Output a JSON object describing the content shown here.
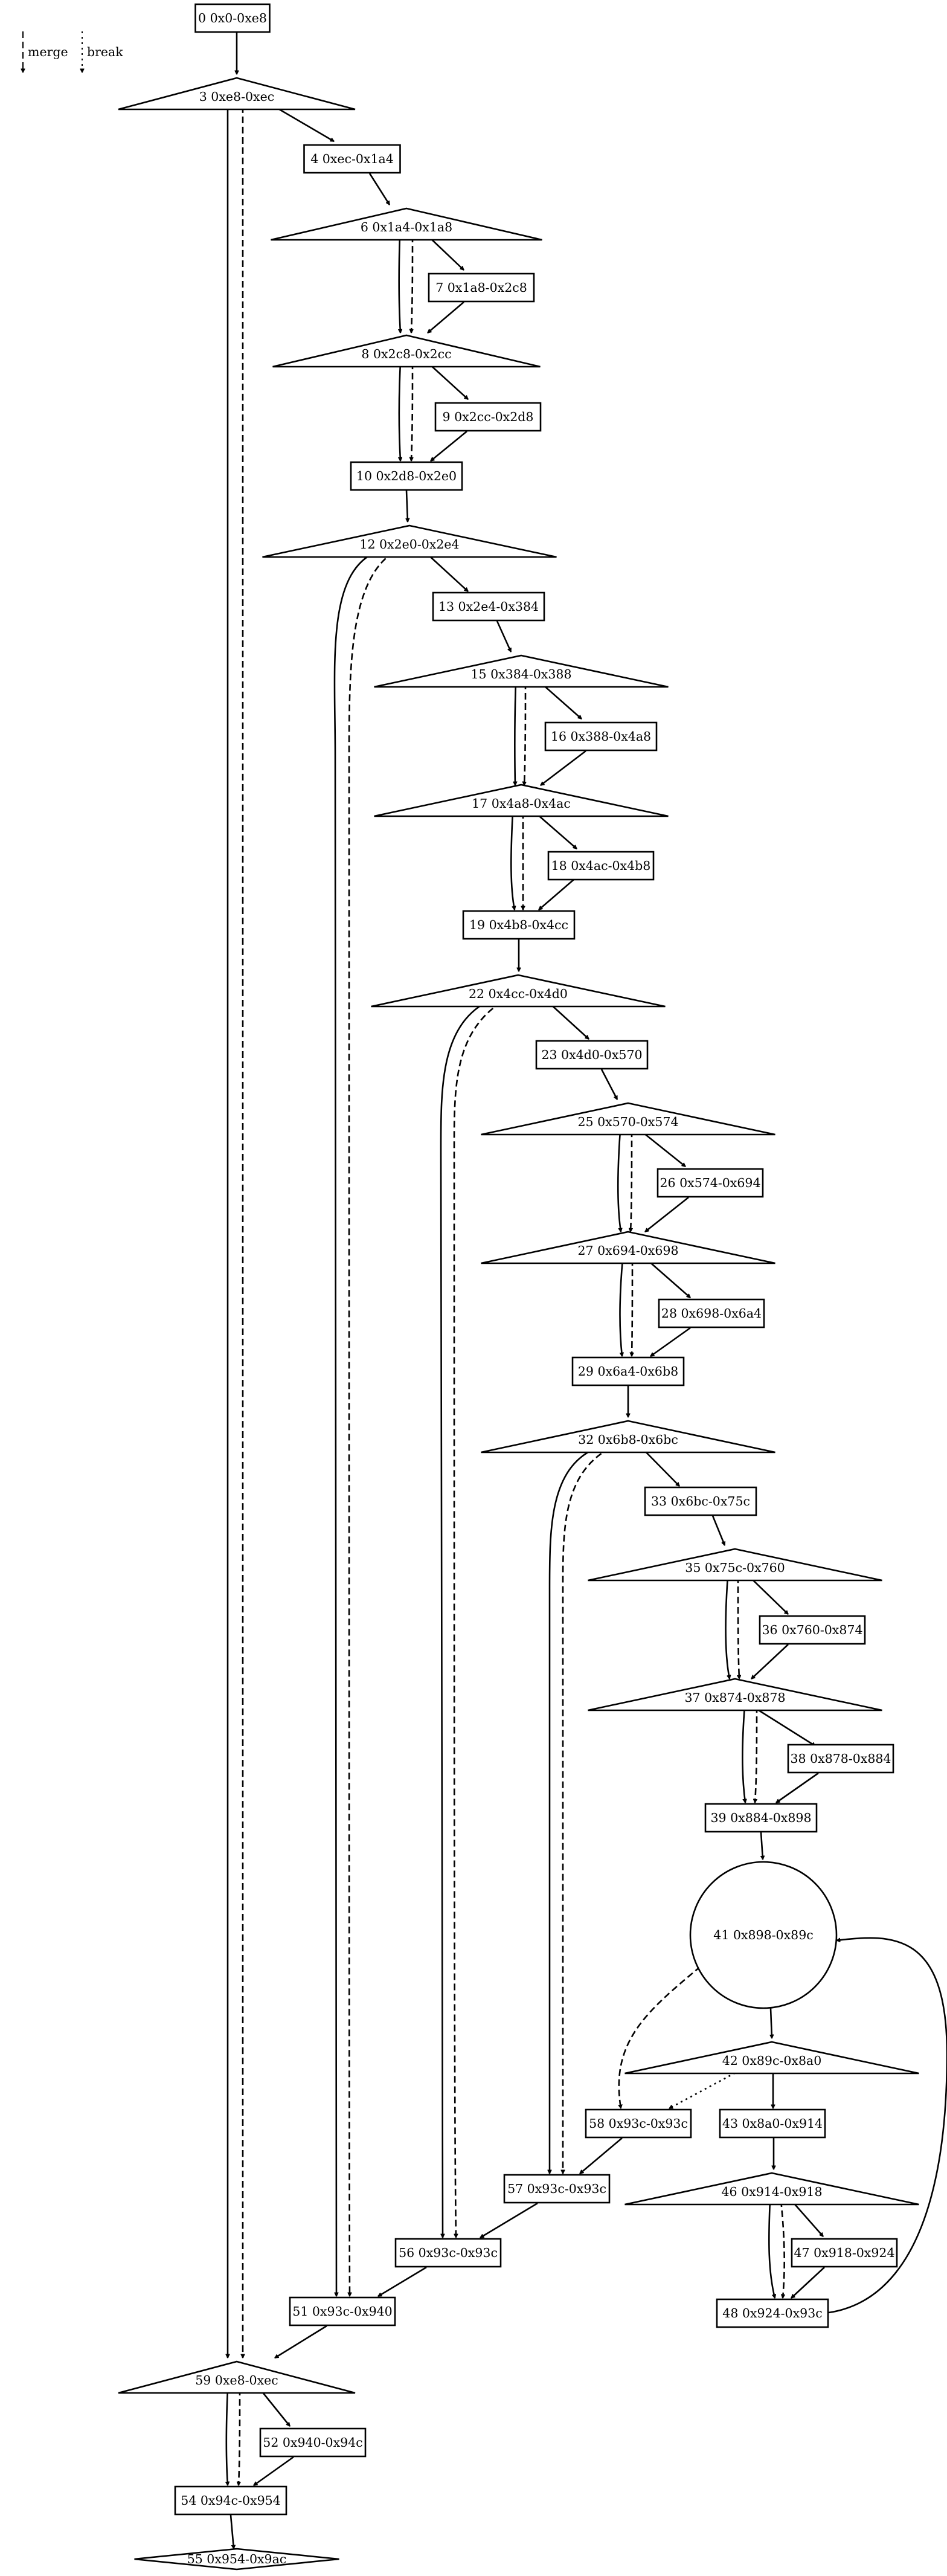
{
  "legend": {
    "merge": "merge",
    "break": "break"
  },
  "nodes": [
    {
      "id": "0",
      "label": "0 0x0-0xe8",
      "shape": "box"
    },
    {
      "id": "3",
      "label": "3 0xe8-0xec",
      "shape": "triangle"
    },
    {
      "id": "4",
      "label": "4 0xec-0x1a4",
      "shape": "box"
    },
    {
      "id": "6",
      "label": "6 0x1a4-0x1a8",
      "shape": "triangle"
    },
    {
      "id": "7",
      "label": "7 0x1a8-0x2c8",
      "shape": "box"
    },
    {
      "id": "8",
      "label": "8 0x2c8-0x2cc",
      "shape": "triangle"
    },
    {
      "id": "9",
      "label": "9 0x2cc-0x2d8",
      "shape": "box"
    },
    {
      "id": "10",
      "label": "10 0x2d8-0x2e0",
      "shape": "box"
    },
    {
      "id": "12",
      "label": "12 0x2e0-0x2e4",
      "shape": "triangle"
    },
    {
      "id": "13",
      "label": "13 0x2e4-0x384",
      "shape": "box"
    },
    {
      "id": "15",
      "label": "15 0x384-0x388",
      "shape": "triangle"
    },
    {
      "id": "16",
      "label": "16 0x388-0x4a8",
      "shape": "box"
    },
    {
      "id": "17",
      "label": "17 0x4a8-0x4ac",
      "shape": "triangle"
    },
    {
      "id": "18",
      "label": "18 0x4ac-0x4b8",
      "shape": "box"
    },
    {
      "id": "19",
      "label": "19 0x4b8-0x4cc",
      "shape": "box"
    },
    {
      "id": "22",
      "label": "22 0x4cc-0x4d0",
      "shape": "triangle"
    },
    {
      "id": "23",
      "label": "23 0x4d0-0x570",
      "shape": "box"
    },
    {
      "id": "25",
      "label": "25 0x570-0x574",
      "shape": "triangle"
    },
    {
      "id": "26",
      "label": "26 0x574-0x694",
      "shape": "box"
    },
    {
      "id": "27",
      "label": "27 0x694-0x698",
      "shape": "triangle"
    },
    {
      "id": "28",
      "label": "28 0x698-0x6a4",
      "shape": "box"
    },
    {
      "id": "29",
      "label": "29 0x6a4-0x6b8",
      "shape": "box"
    },
    {
      "id": "32",
      "label": "32 0x6b8-0x6bc",
      "shape": "triangle"
    },
    {
      "id": "33",
      "label": "33 0x6bc-0x75c",
      "shape": "box"
    },
    {
      "id": "35",
      "label": "35 0x75c-0x760",
      "shape": "triangle"
    },
    {
      "id": "36",
      "label": "36 0x760-0x874",
      "shape": "box"
    },
    {
      "id": "37",
      "label": "37 0x874-0x878",
      "shape": "triangle"
    },
    {
      "id": "38",
      "label": "38 0x878-0x884",
      "shape": "box"
    },
    {
      "id": "39",
      "label": "39 0x884-0x898",
      "shape": "box"
    },
    {
      "id": "41",
      "label": "41 0x898-0x89c",
      "shape": "circle"
    },
    {
      "id": "42",
      "label": "42 0x89c-0x8a0",
      "shape": "triangle"
    },
    {
      "id": "43",
      "label": "43 0x8a0-0x914",
      "shape": "box"
    },
    {
      "id": "58",
      "label": "58 0x93c-0x93c",
      "shape": "box"
    },
    {
      "id": "46",
      "label": "46 0x914-0x918",
      "shape": "triangle"
    },
    {
      "id": "57",
      "label": "57 0x93c-0x93c",
      "shape": "box"
    },
    {
      "id": "47",
      "label": "47 0x918-0x924",
      "shape": "box"
    },
    {
      "id": "56",
      "label": "56 0x93c-0x93c",
      "shape": "box"
    },
    {
      "id": "48",
      "label": "48 0x924-0x93c",
      "shape": "box"
    },
    {
      "id": "51",
      "label": "51 0x93c-0x940",
      "shape": "box"
    },
    {
      "id": "59",
      "label": "59 0xe8-0xec",
      "shape": "triangle"
    },
    {
      "id": "52",
      "label": "52 0x940-0x94c",
      "shape": "box"
    },
    {
      "id": "54",
      "label": "54 0x94c-0x954",
      "shape": "box"
    },
    {
      "id": "55",
      "label": "55 0x954-0x9ac",
      "shape": "diamond"
    }
  ],
  "edges": [
    {
      "from": "0",
      "to": "3",
      "style": "solid"
    },
    {
      "from": "3",
      "to": "4",
      "style": "solid"
    },
    {
      "from": "3",
      "to": "59",
      "style": "solid"
    },
    {
      "from": "3",
      "to": "59",
      "style": "dashed"
    },
    {
      "from": "4",
      "to": "6",
      "style": "solid"
    },
    {
      "from": "6",
      "to": "7",
      "style": "solid"
    },
    {
      "from": "6",
      "to": "8",
      "style": "solid"
    },
    {
      "from": "6",
      "to": "8",
      "style": "dashed"
    },
    {
      "from": "7",
      "to": "8",
      "style": "solid"
    },
    {
      "from": "8",
      "to": "9",
      "style": "solid"
    },
    {
      "from": "8",
      "to": "10",
      "style": "solid"
    },
    {
      "from": "8",
      "to": "10",
      "style": "dashed"
    },
    {
      "from": "9",
      "to": "10",
      "style": "solid"
    },
    {
      "from": "10",
      "to": "12",
      "style": "solid"
    },
    {
      "from": "12",
      "to": "13",
      "style": "solid"
    },
    {
      "from": "12",
      "to": "51",
      "style": "solid"
    },
    {
      "from": "12",
      "to": "51",
      "style": "dashed"
    },
    {
      "from": "13",
      "to": "15",
      "style": "solid"
    },
    {
      "from": "15",
      "to": "16",
      "style": "solid"
    },
    {
      "from": "15",
      "to": "17",
      "style": "solid"
    },
    {
      "from": "15",
      "to": "17",
      "style": "dashed"
    },
    {
      "from": "16",
      "to": "17",
      "style": "solid"
    },
    {
      "from": "17",
      "to": "18",
      "style": "solid"
    },
    {
      "from": "17",
      "to": "19",
      "style": "solid"
    },
    {
      "from": "17",
      "to": "19",
      "style": "dashed"
    },
    {
      "from": "18",
      "to": "19",
      "style": "solid"
    },
    {
      "from": "19",
      "to": "22",
      "style": "solid"
    },
    {
      "from": "22",
      "to": "23",
      "style": "solid"
    },
    {
      "from": "22",
      "to": "56",
      "style": "solid"
    },
    {
      "from": "22",
      "to": "56",
      "style": "dashed"
    },
    {
      "from": "23",
      "to": "25",
      "style": "solid"
    },
    {
      "from": "25",
      "to": "26",
      "style": "solid"
    },
    {
      "from": "25",
      "to": "27",
      "style": "solid"
    },
    {
      "from": "25",
      "to": "27",
      "style": "dashed"
    },
    {
      "from": "26",
      "to": "27",
      "style": "solid"
    },
    {
      "from": "27",
      "to": "28",
      "style": "solid"
    },
    {
      "from": "27",
      "to": "29",
      "style": "solid"
    },
    {
      "from": "27",
      "to": "29",
      "style": "dashed"
    },
    {
      "from": "28",
      "to": "29",
      "style": "solid"
    },
    {
      "from": "29",
      "to": "32",
      "style": "solid"
    },
    {
      "from": "32",
      "to": "33",
      "style": "solid"
    },
    {
      "from": "32",
      "to": "57",
      "style": "solid"
    },
    {
      "from": "32",
      "to": "57",
      "style": "dashed"
    },
    {
      "from": "33",
      "to": "35",
      "style": "solid"
    },
    {
      "from": "35",
      "to": "36",
      "style": "solid"
    },
    {
      "from": "35",
      "to": "37",
      "style": "solid"
    },
    {
      "from": "35",
      "to": "37",
      "style": "dashed"
    },
    {
      "from": "36",
      "to": "37",
      "style": "solid"
    },
    {
      "from": "37",
      "to": "38",
      "style": "solid"
    },
    {
      "from": "37",
      "to": "39",
      "style": "solid"
    },
    {
      "from": "37",
      "to": "39",
      "style": "dashed"
    },
    {
      "from": "38",
      "to": "39",
      "style": "solid"
    },
    {
      "from": "39",
      "to": "41",
      "style": "solid"
    },
    {
      "from": "41",
      "to": "42",
      "style": "solid"
    },
    {
      "from": "41",
      "to": "58",
      "style": "dashed"
    },
    {
      "from": "42",
      "to": "43",
      "style": "solid"
    },
    {
      "from": "42",
      "to": "58",
      "style": "dotted"
    },
    {
      "from": "43",
      "to": "46",
      "style": "solid"
    },
    {
      "from": "46",
      "to": "47",
      "style": "solid"
    },
    {
      "from": "46",
      "to": "48",
      "style": "solid"
    },
    {
      "from": "46",
      "to": "48",
      "style": "dashed"
    },
    {
      "from": "47",
      "to": "48",
      "style": "solid"
    },
    {
      "from": "48",
      "to": "41",
      "style": "solid"
    },
    {
      "from": "58",
      "to": "57",
      "style": "solid"
    },
    {
      "from": "57",
      "to": "56",
      "style": "solid"
    },
    {
      "from": "56",
      "to": "51",
      "style": "solid"
    },
    {
      "from": "51",
      "to": "59",
      "style": "solid"
    },
    {
      "from": "59",
      "to": "52",
      "style": "solid"
    },
    {
      "from": "59",
      "to": "54",
      "style": "solid"
    },
    {
      "from": "59",
      "to": "54",
      "style": "dashed"
    },
    {
      "from": "52",
      "to": "54",
      "style": "solid"
    },
    {
      "from": "54",
      "to": "55",
      "style": "solid"
    }
  ]
}
